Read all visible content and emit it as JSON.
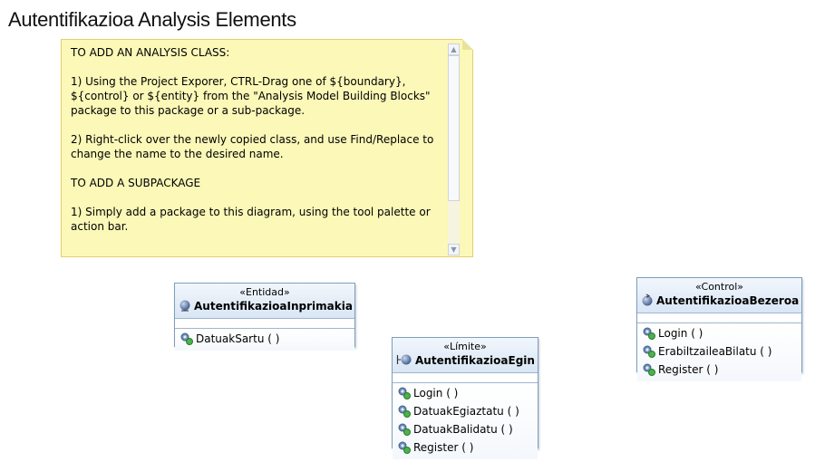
{
  "diagram": {
    "title": "Autentifikazioa Analysis Elements"
  },
  "note": {
    "text": "TO ADD AN ANALYSIS CLASS:\n\n1) Using the Project Exporer, CTRL-Drag one of ${boundary}, ${control} or ${entity} from the \"Analysis Model Building Blocks\" package to this package or a sub-package.\n\n2) Right-click over the newly copied class, and use Find/Replace to change the name to the desired name.\n\nTO ADD A SUBPACKAGE\n\n1) Simply add a package to this diagram, using the tool palette or action bar."
  },
  "classes": {
    "entity": {
      "stereotype": "«Entidad»",
      "name": "AutentifikazioaInprimakia",
      "icon": "entity-icon",
      "operations": [
        "DatuakSartu ( )"
      ]
    },
    "boundary": {
      "stereotype": "«Límite»",
      "name": "AutentifikazioaEgin",
      "icon": "boundary-icon",
      "operations": [
        "Login ( )",
        "DatuakEgiaztatu ( )",
        "DatuakBalidatu ( )",
        "Register ( )"
      ]
    },
    "control": {
      "stereotype": "«Control»",
      "name": "AutentifikazioaBezeroa",
      "icon": "control-icon",
      "operations": [
        "Login ( )",
        "ErabiltzaileaBilatu ( )",
        "Register ( )"
      ]
    }
  },
  "colors": {
    "note_fill": "#fbf8b8",
    "class_border": "#7f9db9",
    "class_header": "#d9e6f4"
  }
}
